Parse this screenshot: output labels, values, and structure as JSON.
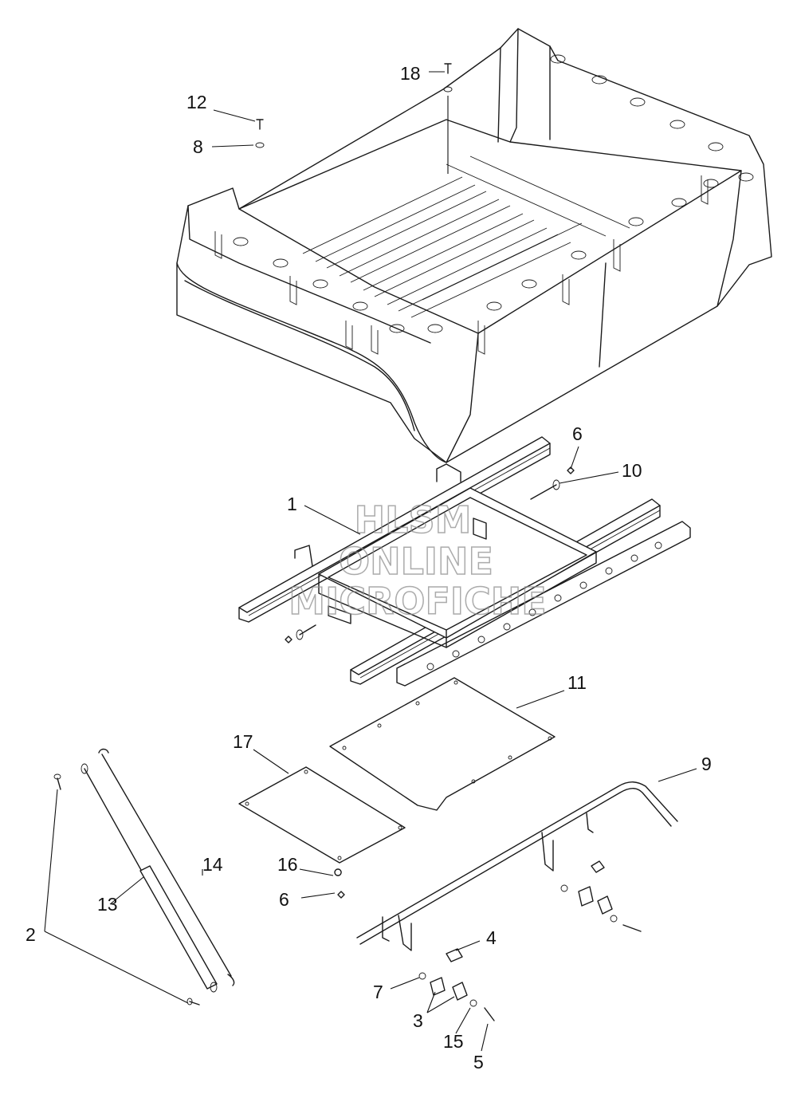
{
  "watermark": {
    "line1": "HLSM",
    "line2": "ONLINE",
    "line3": "MICROFICHE"
  },
  "callouts": [
    {
      "id": "c1",
      "label": "1"
    },
    {
      "id": "c2",
      "label": "2"
    },
    {
      "id": "c3",
      "label": "3"
    },
    {
      "id": "c4",
      "label": "4"
    },
    {
      "id": "c5",
      "label": "5"
    },
    {
      "id": "c6a",
      "label": "6"
    },
    {
      "id": "c6b",
      "label": "6"
    },
    {
      "id": "c7",
      "label": "7"
    },
    {
      "id": "c8",
      "label": "8"
    },
    {
      "id": "c9",
      "label": "9"
    },
    {
      "id": "c10",
      "label": "10"
    },
    {
      "id": "c11",
      "label": "11"
    },
    {
      "id": "c12",
      "label": "12"
    },
    {
      "id": "c13",
      "label": "13"
    },
    {
      "id": "c14",
      "label": "14"
    },
    {
      "id": "c15",
      "label": "15"
    },
    {
      "id": "c16",
      "label": "16"
    },
    {
      "id": "c17",
      "label": "17"
    },
    {
      "id": "c18",
      "label": "18"
    }
  ]
}
